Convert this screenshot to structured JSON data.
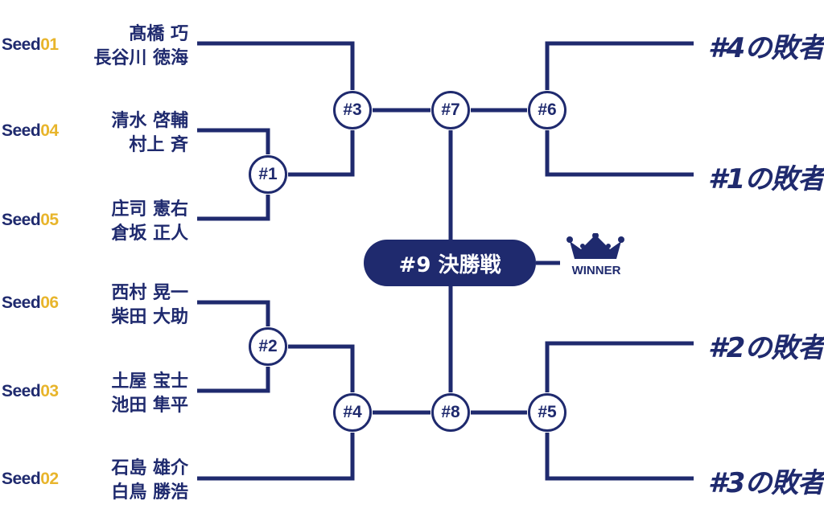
{
  "seeds": [
    {
      "label": "Seed",
      "num": "01",
      "players": [
        "髙橋 巧",
        "長谷川 徳海"
      ]
    },
    {
      "label": "Seed",
      "num": "04",
      "players": [
        "清水 啓輔",
        "村上 斉"
      ]
    },
    {
      "label": "Seed",
      "num": "05",
      "players": [
        "庄司 憲右",
        "倉坂 正人"
      ]
    },
    {
      "label": "Seed",
      "num": "06",
      "players": [
        "西村 晃一",
        "柴田 大助"
      ]
    },
    {
      "label": "Seed",
      "num": "03",
      "players": [
        "土屋 宝士",
        "池田 隼平"
      ]
    },
    {
      "label": "Seed",
      "num": "02",
      "players": [
        "石島 雄介",
        "白鳥 勝浩"
      ]
    }
  ],
  "matches": {
    "m1": "#1",
    "m2": "#2",
    "m3": "#3",
    "m4": "#4",
    "m5": "#5",
    "m6": "#6",
    "m7": "#7",
    "m8": "#8"
  },
  "final_label": "#9 決勝戦",
  "winner_label": "WINNER",
  "losers": [
    "#4の敗者",
    "#1の敗者",
    "#2の敗者",
    "#3の敗者"
  ],
  "colors": {
    "navy": "#1f2a6e",
    "gold": "#e8b52c"
  },
  "icons": {
    "crown": "crown-icon"
  }
}
